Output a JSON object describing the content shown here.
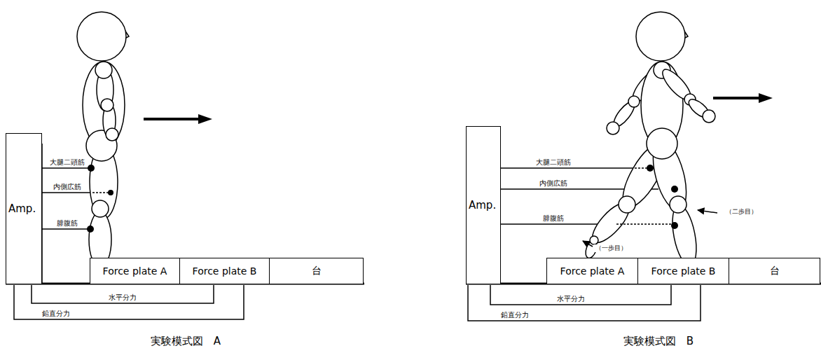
{
  "diagram": {
    "nodes": [
      {
        "text": [
          "Amp."
        ]
      },
      {
        "text": [
          "Force plate A"
        ]
      },
      {
        "text": [
          "Force plate B"
        ]
      },
      {
        "text": [
          "台"
        ]
      },
      {
        "text": [
          "Amp."
        ]
      },
      {
        "text": [
          "Force plate A"
        ]
      },
      {
        "text": [
          "Force plate B"
        ]
      },
      {
        "text": [
          "台"
        ]
      }
    ],
    "labels": [
      "大腿二頭筋",
      "内側広筋",
      "腓腹筋",
      "水平分力",
      "鉛直分力",
      "実験模式図　A",
      "大腿二頭筋",
      "内側広筋",
      "腓腹筋",
      "（一歩目）",
      "（二歩目）",
      "水平分力",
      "鉛直分力",
      "実験模式図　B"
    ]
  }
}
